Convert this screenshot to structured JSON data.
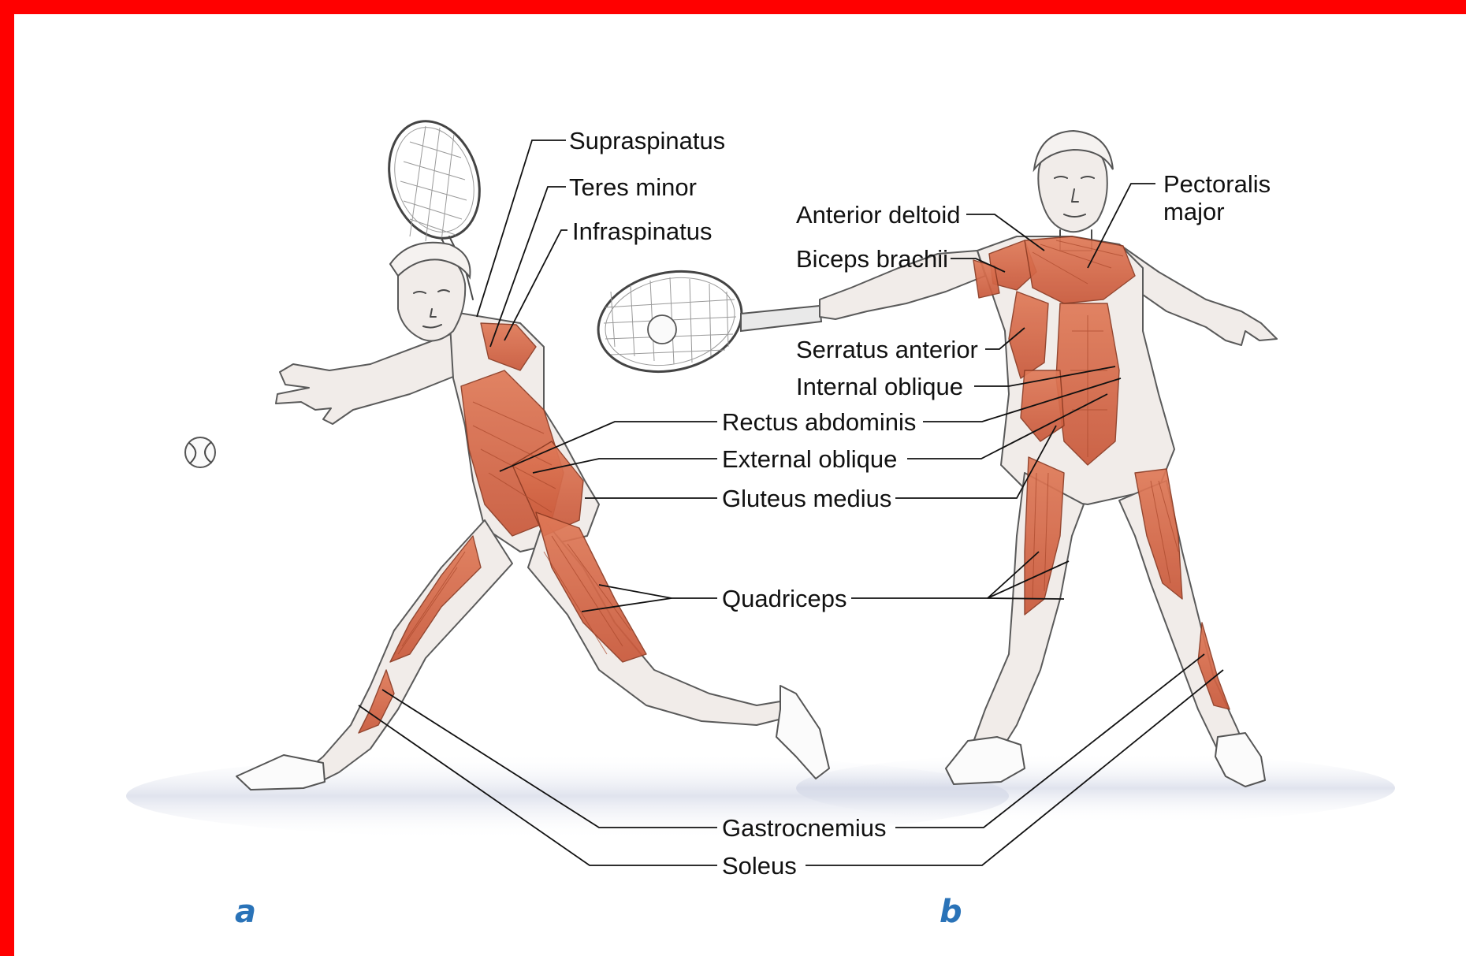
{
  "colors": {
    "frame": "#ff0000",
    "background": "#ffffff",
    "muscle": "#d9694a",
    "panel_label": "#2a73b8"
  },
  "panel_labels": {
    "a": "a",
    "b": "b"
  },
  "labels": {
    "supraspinatus": "Supraspinatus",
    "teres_minor": "Teres minor",
    "infraspinatus": "Infraspinatus",
    "anterior_deltoid": "Anterior deltoid",
    "biceps_brachii": "Biceps brachii",
    "pectoralis_major_1": "Pectoralis",
    "pectoralis_major_2": "major",
    "serratus_anterior": "Serratus anterior",
    "internal_oblique": "Internal oblique",
    "rectus_abdominis": "Rectus abdominis",
    "external_oblique": "External oblique",
    "gluteus_medius": "Gluteus medius",
    "quadriceps": "Quadriceps",
    "gastrocnemius": "Gastrocnemius",
    "soleus": "Soleus"
  }
}
